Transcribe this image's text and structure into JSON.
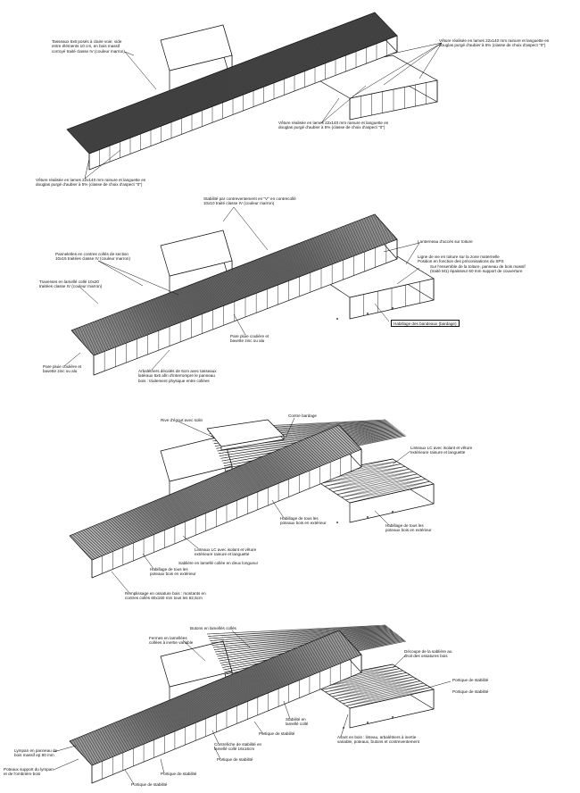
{
  "diagrams": [
    {
      "name": "cladding",
      "labels": [
        "Tasseaux 6x6 posés à claire voie, vide\nentre éléments 10 cm, en bois massif\ncorroyé traité classe IV (couleur marron)",
        "Vêture réalisée en lames 22x140 mm rainure et languette en\ndouglas purgé d'aubier à 5% (classe de choix d'aspect \"0\")",
        "Vêture réalisée en lames 22x140 mm rainure et languette en\ndouglas purgé d'aubier à 5% (classe de choix d'aspect \"0\")",
        "Vêture réalisée en lames 22x140 mm rainure et languette en\ndouglas purgé d'aubier à 5% (classe de choix d'aspect \"0\")"
      ]
    },
    {
      "name": "roof-structure",
      "labels": [
        "Stabilité par contreventement en \"V\" en contrecollé\n10x10 traité classe IV (couleur marron)",
        "Lanterneau d'accès sur toiture",
        "Ligne de vie en toiture sur la zone maternelle\nPosition en fonction des préconisations du SPS",
        "Sur l'ensemble de la toiture, panneau de bois massif\n(traité M1) épaisseur 60 mm support de couverture",
        "Panneletles en contres collés de section\n10x15 traitées classe IV (couleur marron)",
        "Traverses en lamellé collé 10x20\ntraitées classe IV (couleur marron)",
        "Habillage des bandeaux (bardage)",
        "Pare pluie coulière et\nbavette zinc ou alu",
        "Pare pluie coulière et\nbavette zinc ou alu",
        "Arbalétriers décalés de 6cm avec tasseaux\nlatéraux 6x6 afin d'interrompre le panneau\nbois : traitement physique entre collées"
      ]
    },
    {
      "name": "walls-and-lintels",
      "labels": [
        "Rive d'égout avec solin",
        "Contre bardage",
        "Linteaux LC avec isolant et vêture\nextérieure rainure et languette",
        "Habillage de tous les\npoteaux bois en extérieur",
        "Habillage de tous les\npoteaux bois en extérieur",
        "Linteaux LC avec isolant et vêture\nextérieure rainure et languette",
        "Sablière en lamellé collée en deux longueur",
        "Habillage de tous les\npoteaux bois en extérieur",
        "Remplissage en ossature bois : montants en\ncontres collés 60x160 mm tous les 62,5cm"
      ]
    },
    {
      "name": "frame-stability",
      "labels": [
        "Butons en lamellés collés",
        "Fermes en lamellées\ncollées à inertie variable",
        "Découpe de la sablière au\ndroit des ossatures bois",
        "Portique de stabilité",
        "Portique de stabilité",
        "Stabilité en\nlamellé collé",
        "Portique de stabilité",
        "Contrefiche de stabilité en\nlamellé collé 16x16cm",
        "Avant en bois : linteau, arbalétriers à inertie\nvariable, poteaux, butons et contreventement",
        "Lympan en panneau de\nbois massif ep 80 mm",
        "Poteaux support du lympan\net de l'ombrière bois",
        "Portique de stabilité",
        "Portique de stabilité",
        "Portique de stabilité"
      ]
    }
  ]
}
